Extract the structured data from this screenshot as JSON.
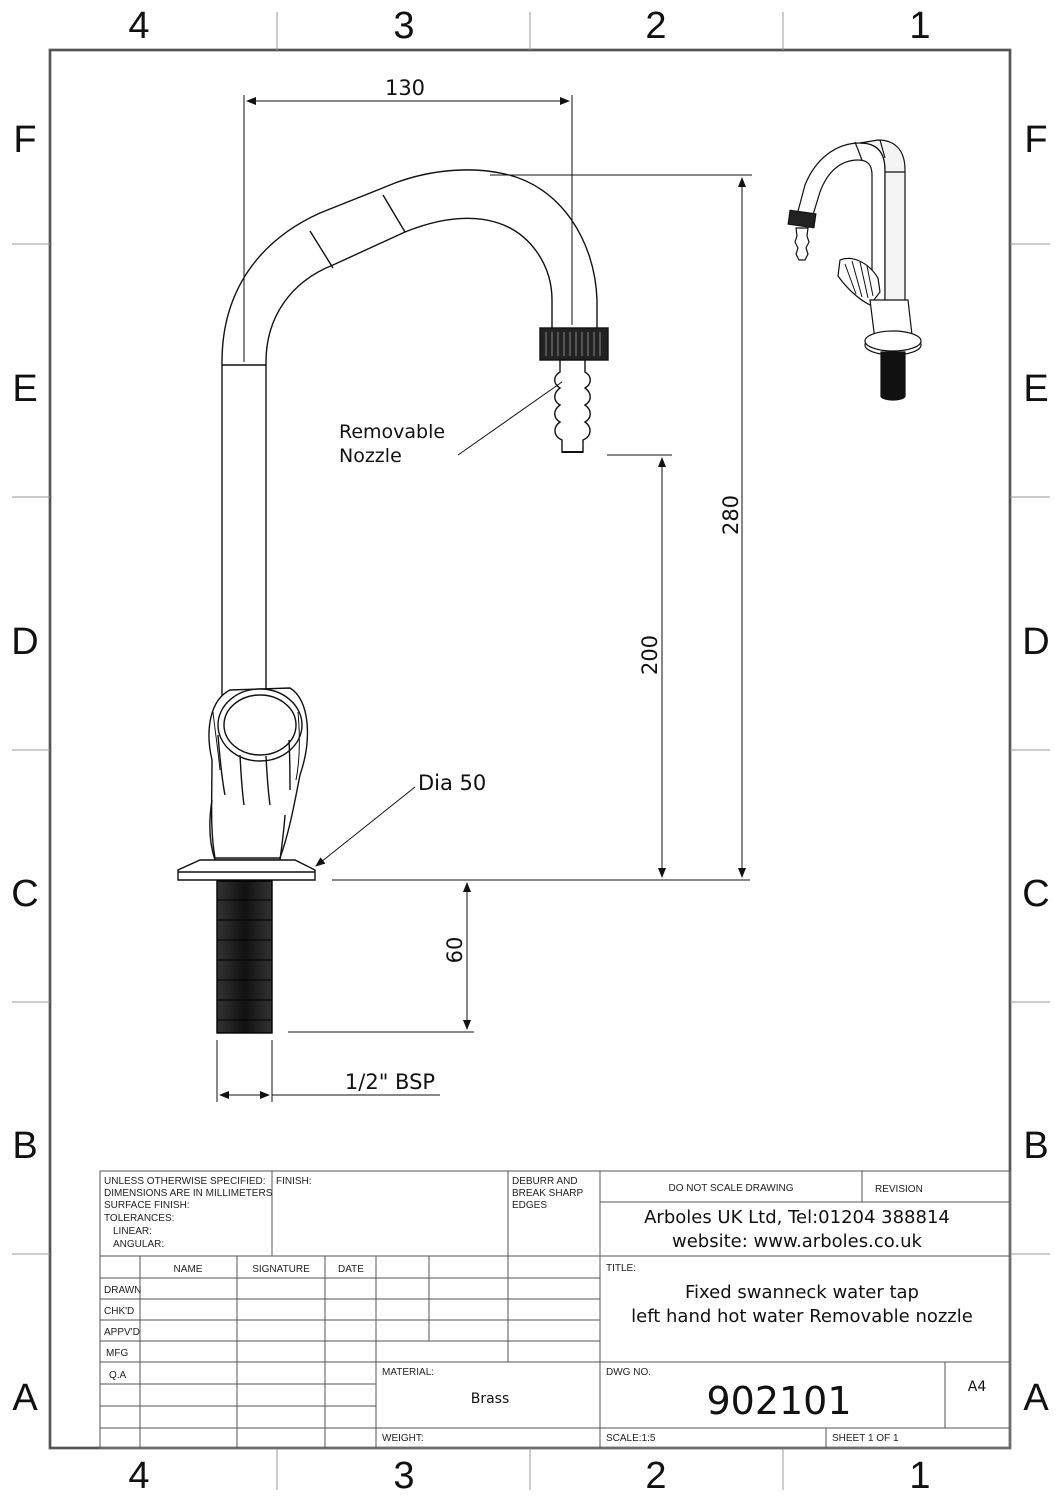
{
  "zones": {
    "columns": [
      "4",
      "3",
      "2",
      "1"
    ],
    "rows": [
      "F",
      "E",
      "D",
      "C",
      "B",
      "A"
    ]
  },
  "dimensions": {
    "width_130": "130",
    "height_280": "280",
    "height_200": "200",
    "thread_60": "60",
    "thread_spec": "1/2\" BSP"
  },
  "notes": {
    "nozzle_line1": "Removable",
    "nozzle_line2": "Nozzle",
    "flange": "Dia 50"
  },
  "title_block": {
    "spec_lines": [
      "UNLESS OTHERWISE SPECIFIED:",
      "DIMENSIONS ARE IN MILLIMETERS",
      "SURFACE FINISH:",
      "TOLERANCES:",
      "LINEAR:",
      "ANGULAR:"
    ],
    "finish_label": "FINISH:",
    "deburr_lines": [
      "DEBURR AND",
      "BREAK SHARP",
      "EDGES"
    ],
    "do_not_scale": "DO NOT SCALE DRAWING",
    "revision_label": "REVISION",
    "company_line1": "Arboles UK Ltd, Tel:01204 388814",
    "company_line2": "website: www.arboles.co.uk",
    "col_headers": [
      "NAME",
      "SIGNATURE",
      "DATE"
    ],
    "row_labels": [
      "DRAWN",
      "CHK'D",
      "APPV'D",
      "MFG",
      "Q.A"
    ],
    "title_label": "TITLE:",
    "title_line1": "Fixed swanneck water tap",
    "title_line2": "left hand hot water Removable nozzle",
    "material_label": "MATERIAL:",
    "material": "Brass",
    "dwg_label": "DWG NO.",
    "dwg_no": "902101",
    "sheet_size": "A4",
    "weight_label": "WEIGHT:",
    "scale": "SCALE:1:5",
    "sheet": "SHEET 1 OF 1"
  }
}
